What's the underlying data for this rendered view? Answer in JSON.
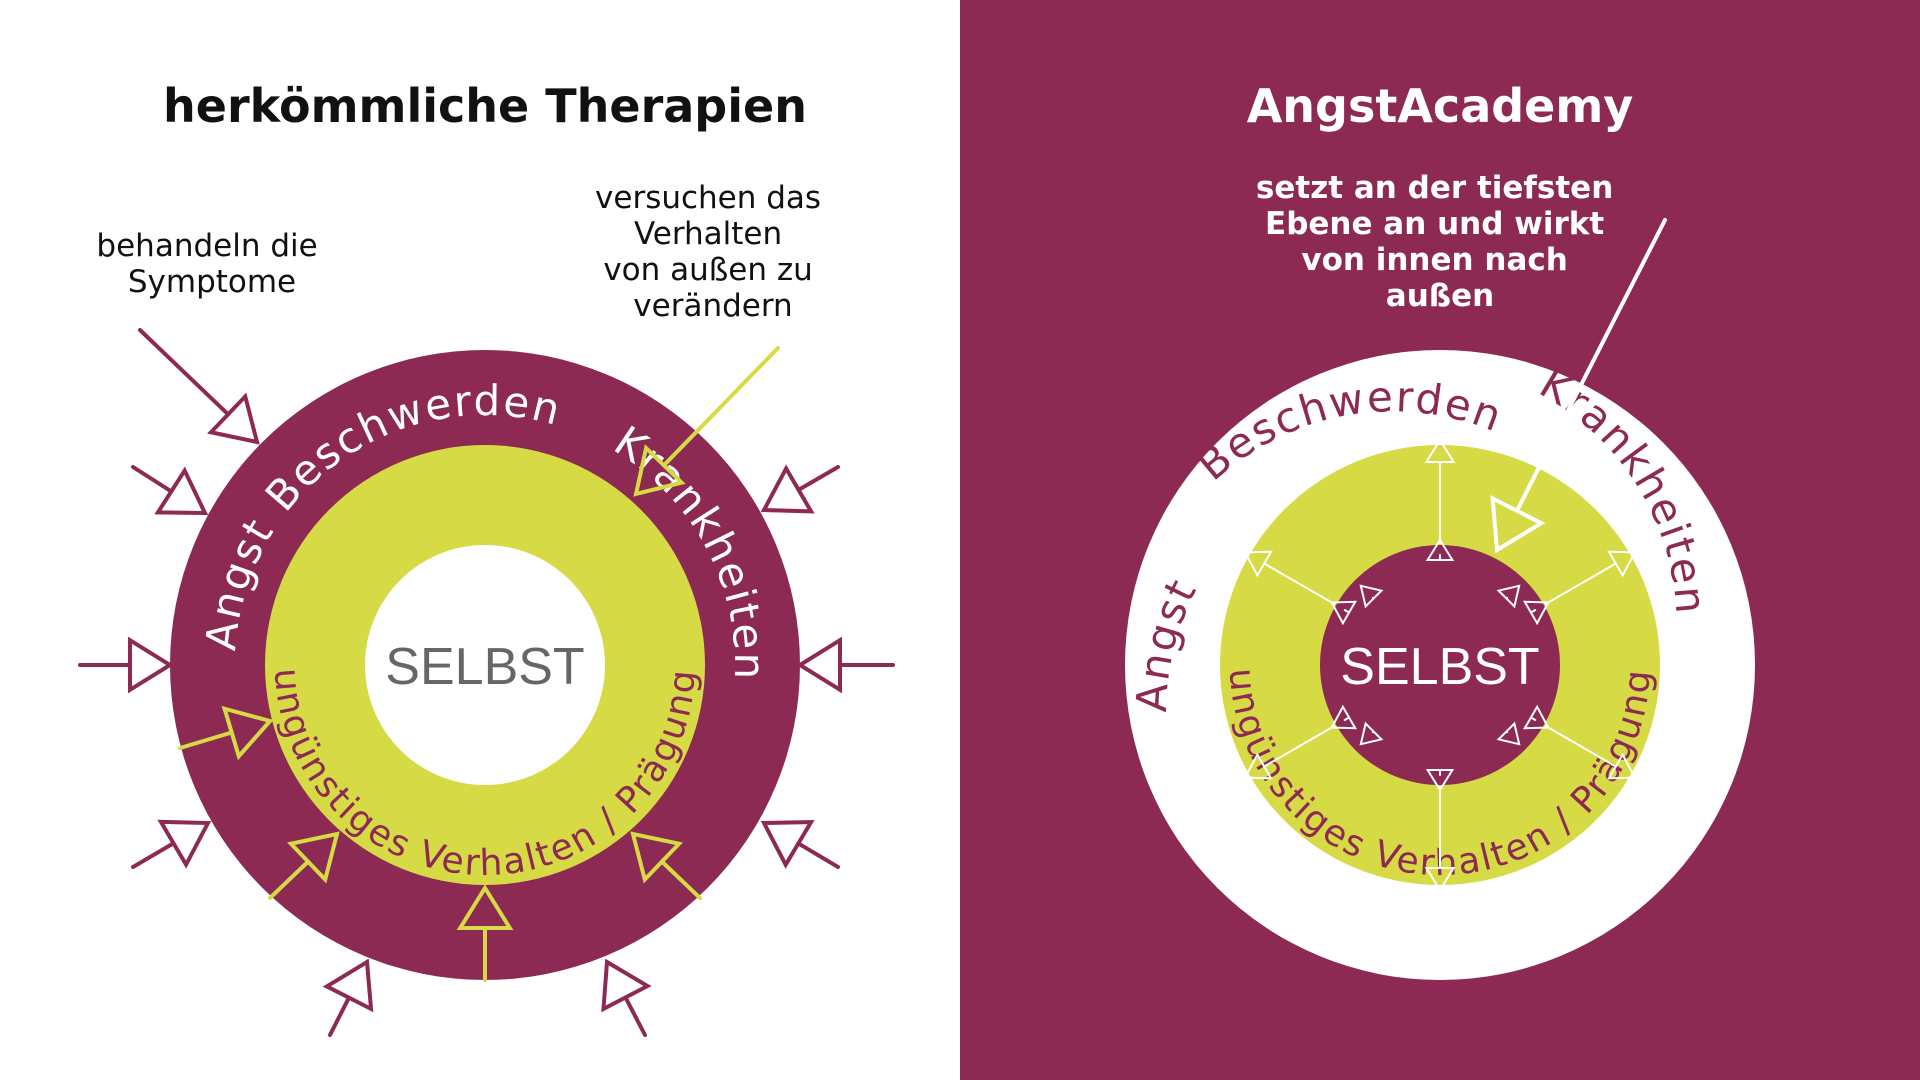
{
  "colors": {
    "plum": "#8C2A54",
    "lime": "#D6DA45",
    "white": "#FFFFFF",
    "grey_text": "#666666",
    "black": "#111111"
  },
  "left": {
    "title": "herkömmliche Therapien",
    "note_symptoms": [
      "behandeln die",
      "Symptome"
    ],
    "note_behavior": [
      "versuchen das",
      "Verhalten",
      "von außen zu",
      "verändern"
    ],
    "ring_angst": "Angst",
    "ring_beschwerden": "Beschwerden",
    "ring_krankheiten": "Krankheiten",
    "middle_ring": "ungünstiges Verhalten / Prägung",
    "core": "SELBST"
  },
  "right": {
    "title": "AngstAcademy",
    "note": [
      "setzt an der tiefsten",
      "Ebene an und wirkt",
      "von innen nach",
      "außen"
    ],
    "ring_angst": "Angst",
    "ring_beschwerden": "Beschwerden",
    "ring_krankheiten": "Krankheiten",
    "middle_ring": "ungünstiges Verhalten / Prägung",
    "core": "SELBST"
  }
}
